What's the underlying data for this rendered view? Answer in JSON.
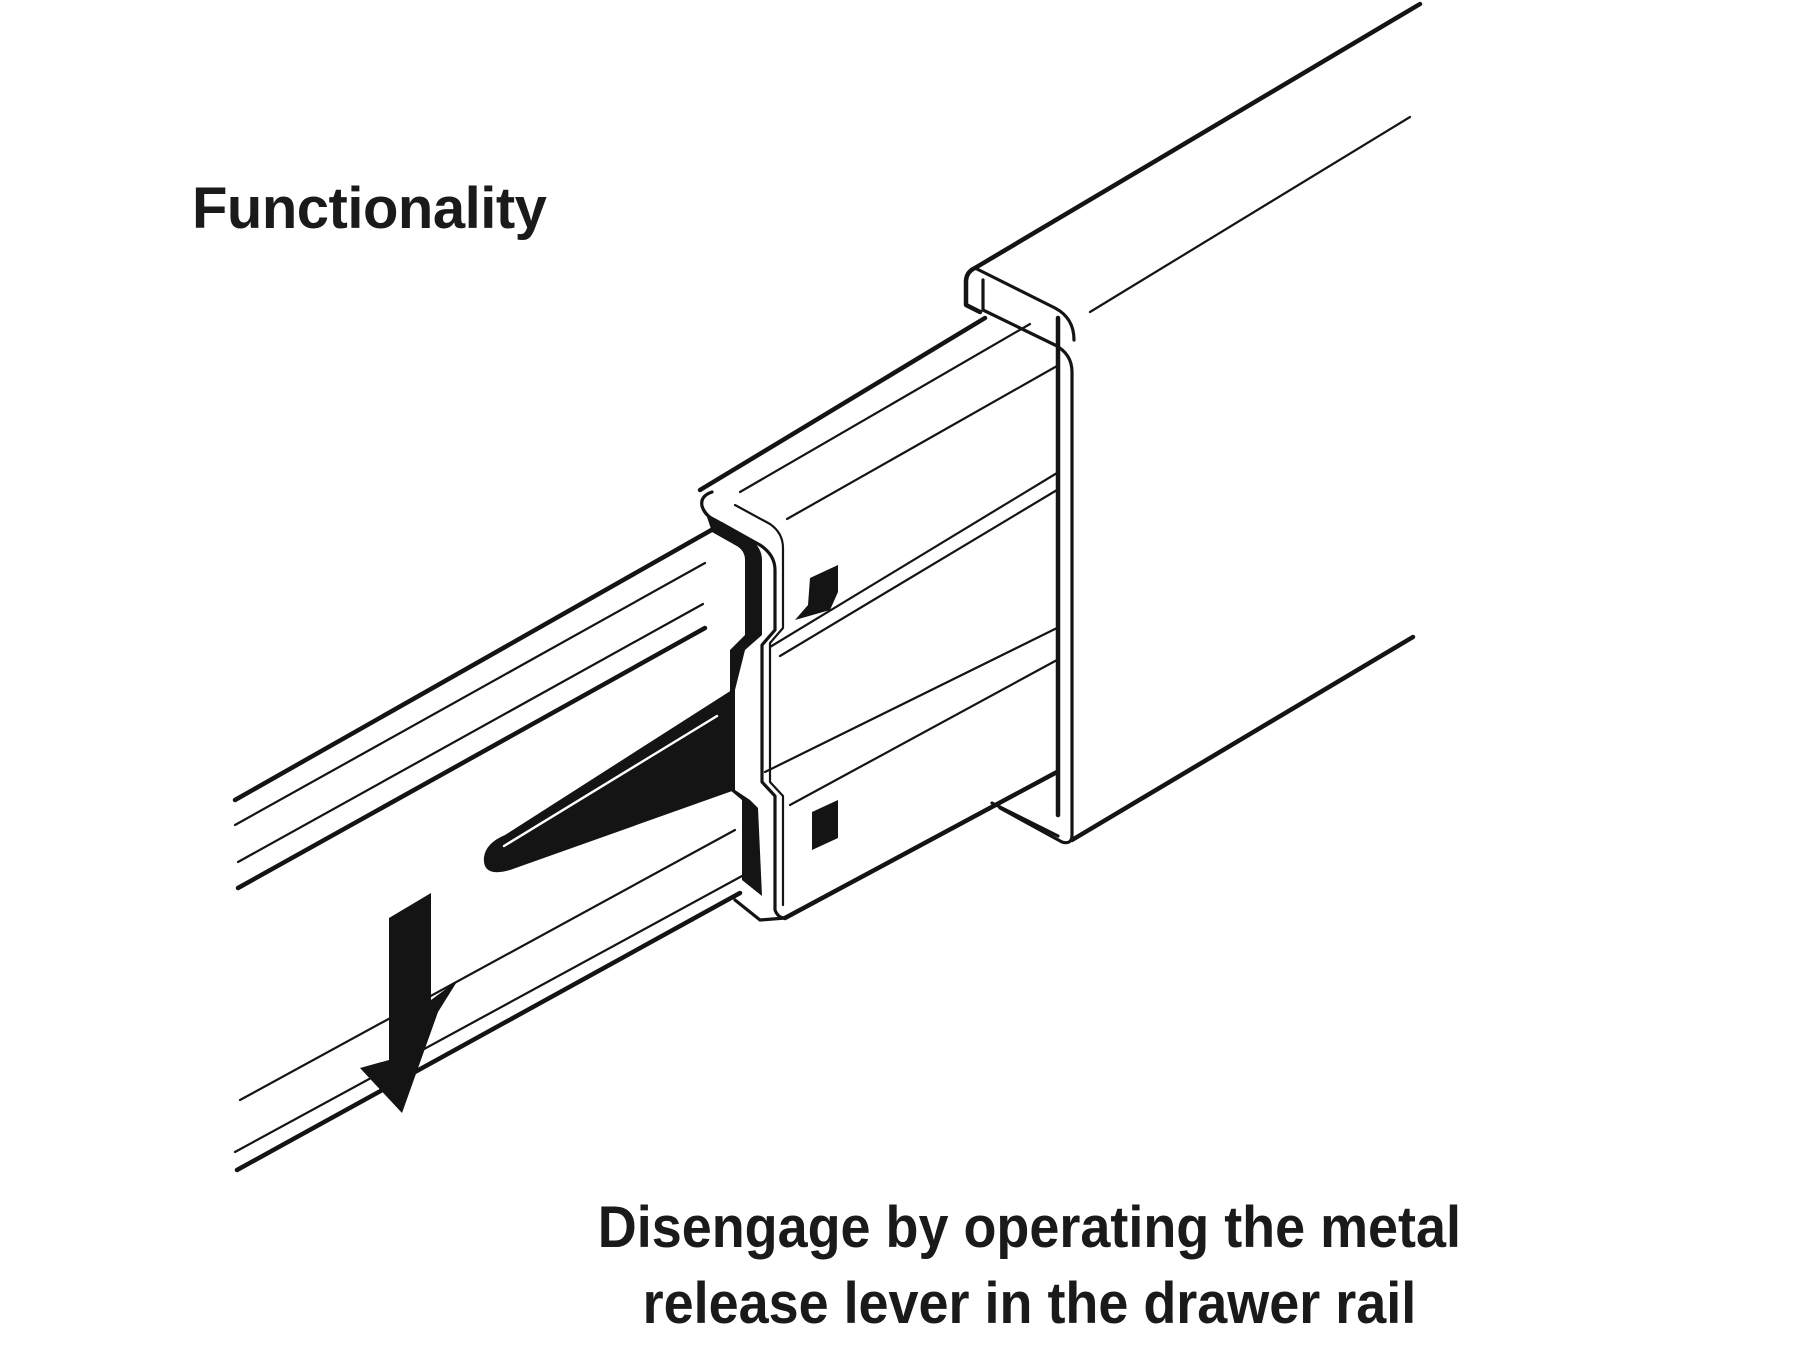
{
  "diagram": {
    "title": "Functionality",
    "caption_lines": [
      "Disengage by operating the metal",
      "release lever in the drawer rail"
    ],
    "components": [
      {
        "name": "outer-rail-housing",
        "description": "Outer cabinet rail profile"
      },
      {
        "name": "inner-drawer-rail",
        "description": "Inner sliding drawer rail"
      },
      {
        "name": "intermediate-rail",
        "description": "Middle telescopic rail"
      },
      {
        "name": "release-lever",
        "description": "Metal release lever"
      },
      {
        "name": "press-direction-arrow",
        "description": "Arrow indicating downward press"
      }
    ],
    "colors": {
      "ink": "#141414",
      "background": "#ffffff"
    }
  }
}
